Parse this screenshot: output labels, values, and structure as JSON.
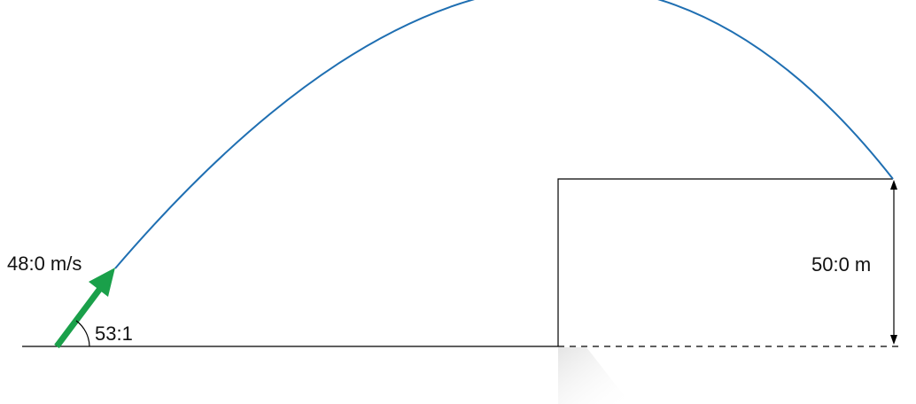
{
  "diagram": {
    "velocity_label": "48:0 m/s",
    "angle_label": "53:1",
    "height_label": "50:0 m"
  },
  "colors": {
    "trajectory": "#1f6fb2",
    "velocity_arrow": "#1aa04a",
    "lines": "#000000",
    "shadow": "#e6e6e6"
  }
}
